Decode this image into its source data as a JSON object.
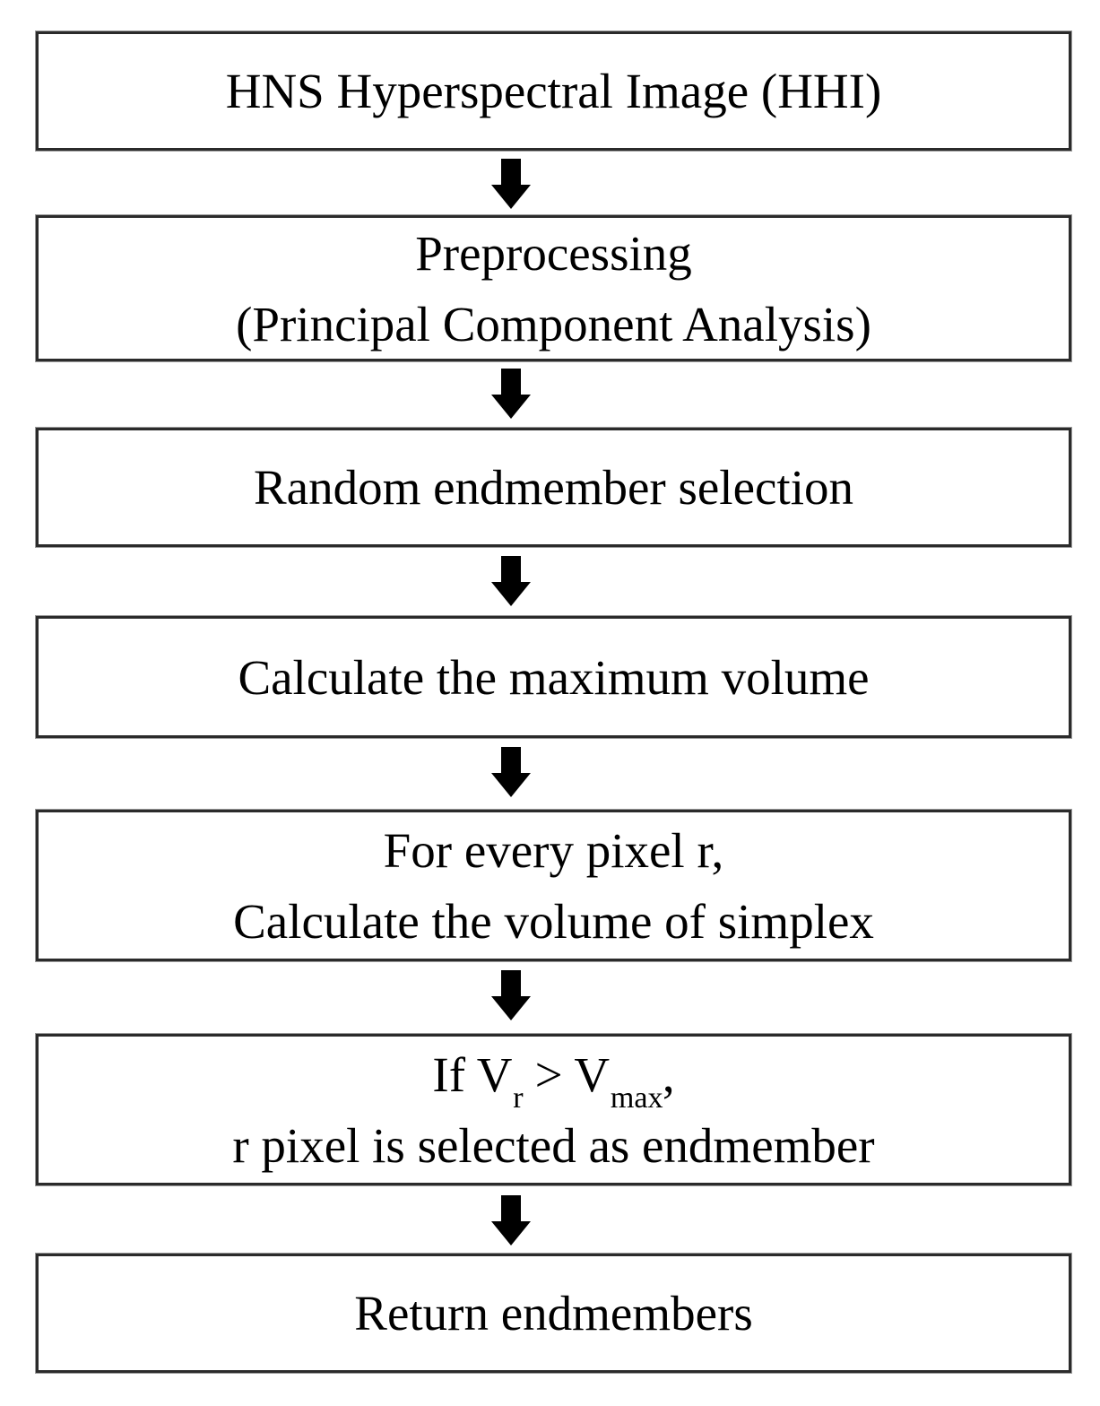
{
  "flowchart": {
    "description": "Endmember extraction algorithm flowchart",
    "colors": {
      "background": "#ffffff",
      "box_fill": "#ffffff",
      "box_border": "#2b2b2b",
      "text": "#000000",
      "arrow": "#000000"
    },
    "boxes": [
      {
        "name": "hns-input",
        "lines": [
          "HNS Hyperspectral Image (HHI)"
        ]
      },
      {
        "name": "preprocessing",
        "lines": [
          "Preprocessing",
          "(Principal Component Analysis)"
        ]
      },
      {
        "name": "random-endmember-selection",
        "lines": [
          "Random endmember selection"
        ]
      },
      {
        "name": "calculate-max-volume",
        "lines": [
          "Calculate the maximum volume"
        ]
      },
      {
        "name": "pixel-volume-loop",
        "lines": [
          "For every pixel r,",
          "Calculate the volume of simplex"
        ]
      },
      {
        "name": "volume-condition",
        "formula": [
          {
            "t": "If V"
          },
          {
            "sub": "r"
          },
          {
            "t": " > V"
          },
          {
            "sub": "max"
          },
          {
            "t": ","
          }
        ],
        "lines": [
          "r pixel is selected as endmember"
        ]
      },
      {
        "name": "return-endmembers",
        "lines": [
          "Return endmembers"
        ]
      }
    ],
    "arrow_count": 6
  }
}
